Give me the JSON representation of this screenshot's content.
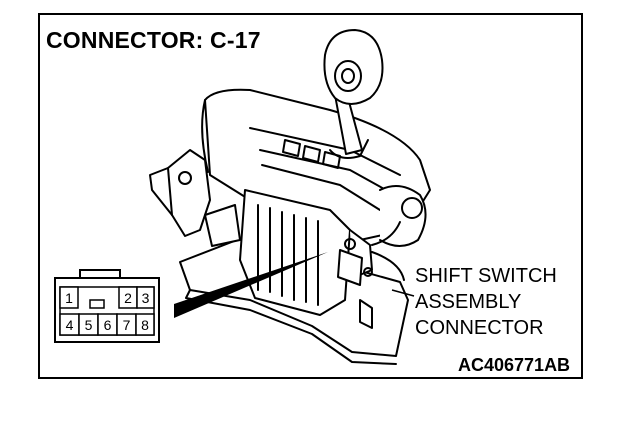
{
  "title": "CONNECTOR: C-17",
  "callout": {
    "line1": "SHIFT SWITCH",
    "line2": "ASSEMBLY",
    "line3": "CONNECTOR"
  },
  "figure_code": "AC406771AB",
  "connector": {
    "top_row_pins": [
      "1",
      "2",
      "3"
    ],
    "bottom_row_pins": [
      "4",
      "5",
      "6",
      "7",
      "8"
    ]
  }
}
